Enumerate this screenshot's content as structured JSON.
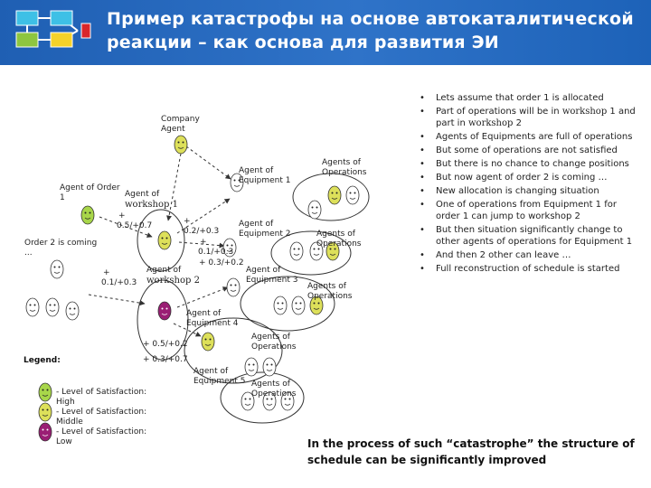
{
  "title": {
    "line1": "Пример катастрофы на основе автокаталитической",
    "line2": "реакции – как основа для развития ЭИ"
  },
  "diagram": {
    "company_agent": [
      "Company",
      "Agent"
    ],
    "agent_of_order": [
      "Agent of Order",
      "1"
    ],
    "agent_of_workshop1": [
      "Agent of",
      "workshop 1"
    ],
    "agent_of_workshop2": [
      "Agent of",
      "workshop 2"
    ],
    "agent_of_equipment1": [
      "Agent of",
      "Equipment 1"
    ],
    "agent_of_equipment2": [
      "Agent of",
      "Equipment 2"
    ],
    "agent_of_equipment3": [
      "Agent of",
      "Equipment 3"
    ],
    "agent_of_equipment4": [
      "Agent of",
      "Equipment 4"
    ],
    "agent_of_equipment5": [
      "Agent of",
      "Equipment 5"
    ],
    "agents_of_operations": [
      "Agents of",
      "Operations"
    ],
    "order2_coming": [
      "Order 2 is coming",
      "..."
    ],
    "values": {
      "v1": [
        "+",
        "0.5/+0.7"
      ],
      "v2": [
        "+",
        "0.2/+0.3"
      ],
      "v3": [
        "+",
        "0.1/+0.3"
      ],
      "v4": "+ 0.3/+0.2",
      "v5": [
        "+",
        "0.1/+0.3"
      ],
      "v6": "+ 0.5/+0.2",
      "v7": "+ 0.3/+0.7"
    },
    "colors": {
      "high": "#a8d64a",
      "middle": "#dde05a",
      "low": "#9a1e74",
      "white": "#ffffff",
      "line": "#333333"
    }
  },
  "legend": {
    "title": "Legend:",
    "high": [
      "- Level of Satisfaction:",
      "High"
    ],
    "middle": [
      "- Level of Satisfaction:",
      "Middle"
    ],
    "low": [
      "- Level of Satisfaction:",
      "Low"
    ]
  },
  "bullets": [
    {
      "text": "Lets assume that order 1 is allocated"
    },
    {
      "pre": "Part of operations will be in ",
      "w1": "workshop",
      "mid": " 1 and part in ",
      "w2": "workshop",
      "post": " 2"
    },
    {
      "text": "Agents of Equipments are full of operations"
    },
    {
      "text": "But some of operations are not satisfied"
    },
    {
      "text": "But there is no chance to change positions"
    },
    {
      "text": "But now agent of order 2 is coming …"
    },
    {
      "text": "New allocation is changing situation"
    },
    {
      "text": "One of operations from Equipment 1 for order 1 can jump to workshop 2"
    },
    {
      "text": "But then situation significantly change to other agents of operations for Equipment 1"
    },
    {
      "text": "And then 2 other can leave …"
    },
    {
      "text": "Full reconstruction of schedule is started"
    }
  ],
  "conclusion": "In the process of such “catastrophe” the structure of schedule can be significantly improved"
}
